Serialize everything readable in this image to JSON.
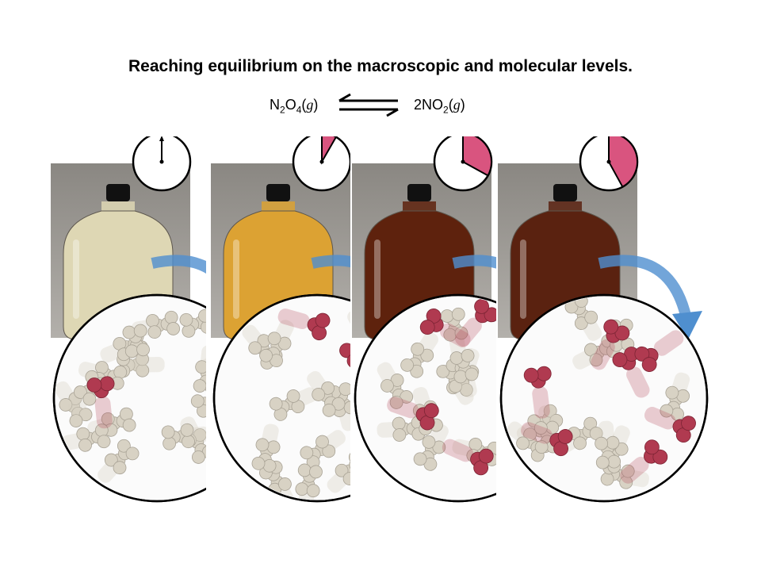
{
  "title": "Reaching equilibrium on the macroscopic and molecular levels.",
  "equation": {
    "reactant": {
      "prefix": "N",
      "sub1": "2",
      "mid": "O",
      "sub2": "4",
      "phase": "g"
    },
    "product": {
      "coef": "2",
      "prefix": "NO",
      "sub1": "2",
      "phase": "g"
    }
  },
  "colors": {
    "clock_fill": "#d9547f",
    "photo_backdrop": "#b3b0ab",
    "no2_molecule": "#b03a50",
    "n2o4_molecule": "#d8d2c4",
    "arrow": "#4f8fcf"
  },
  "stages": [
    {
      "clock_fraction": 0.0,
      "liquid_color": "#ded7b4",
      "no2_count": 1,
      "n2o4_count": 17
    },
    {
      "clock_fraction": 0.083,
      "liquid_color": "#dca233",
      "no2_count": 3,
      "n2o4_count": 15
    },
    {
      "clock_fraction": 0.33,
      "liquid_color": "#5e220d",
      "no2_count": 5,
      "n2o4_count": 13
    },
    {
      "clock_fraction": 0.42,
      "liquid_color": "#5a2210",
      "no2_count": 7,
      "n2o4_count": 11
    }
  ]
}
